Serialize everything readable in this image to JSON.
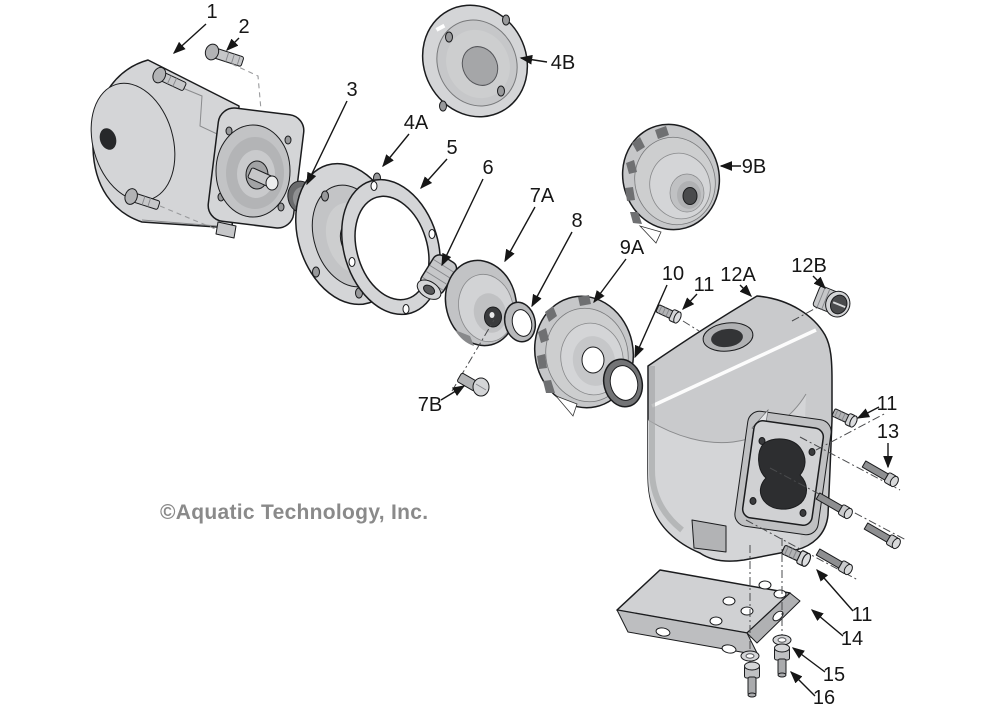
{
  "watermark": {
    "text": "©Aquatic Technology, Inc.",
    "color": "#8a8a8a"
  },
  "callouts": {
    "n1": "1",
    "n2": "2",
    "n3": "3",
    "n4a": "4A",
    "n4b": "4B",
    "n5": "5",
    "n6": "6",
    "n7a": "7A",
    "n7b": "7B",
    "n8": "8",
    "n9a": "9A",
    "n9b": "9B",
    "n10": "10",
    "n11": "11",
    "n12a": "12A",
    "n12b": "12B",
    "n13": "13",
    "n14": "14",
    "n15": "15",
    "n16": "16"
  },
  "colors": {
    "background": "#ffffff",
    "part_light": "#d4d5d7",
    "part_mid": "#c6c7c9",
    "part_shade": "#b2b3b5",
    "opening_dark": "#2d2e30",
    "outline": "#1b1c1e",
    "watermark_gray": "#8a8a8a"
  }
}
